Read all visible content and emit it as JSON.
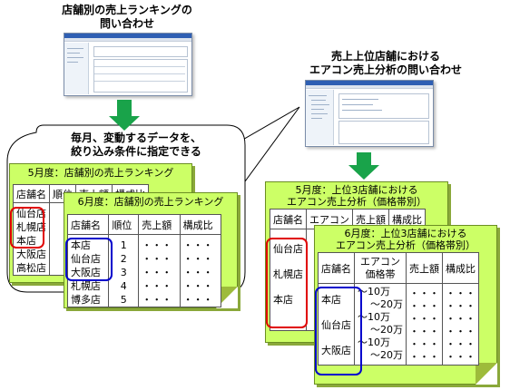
{
  "left_caption": {
    "line1": "店舗別の売上ランキングの",
    "line2": "問い合わせ"
  },
  "right_caption": {
    "line1": "売上上位店舗における",
    "line2": "エアコン売上分析の問い合わせ"
  },
  "bubble": {
    "line1": "毎月、変動するデータを、",
    "line2": "絞り込み条件に指定できる"
  },
  "may_ranking": {
    "title": "5月度：店舗別の売上ランキング",
    "headers": [
      "店舗名",
      "順位",
      "売上額",
      "構成比"
    ],
    "stores": [
      "仙台店",
      "札幌店",
      "本店",
      "大阪店",
      "高松店"
    ]
  },
  "june_ranking": {
    "title": "6月度：店舗別の売上ランキング",
    "headers": [
      "店舗名",
      "順位",
      "売上額",
      "構成比"
    ],
    "rows": [
      {
        "store": "本店",
        "rank": "1",
        "sales": "・・・",
        "ratio": "・・・"
      },
      {
        "store": "仙台店",
        "rank": "2",
        "sales": "・・・",
        "ratio": "・・・"
      },
      {
        "store": "大阪店",
        "rank": "3",
        "sales": "・・・",
        "ratio": "・・・"
      },
      {
        "store": "札幌店",
        "rank": "4",
        "sales": "・・・",
        "ratio": "・・・"
      },
      {
        "store": "博多店",
        "rank": "5",
        "sales": "・・・",
        "ratio": "・・・"
      }
    ]
  },
  "may_aircon": {
    "title_line1": "5月度：上位3店舗における",
    "title_line2": "エアコン売上分析（価格帯別）",
    "headers": [
      "店舗名",
      "エアコン",
      "売上額",
      "構成比"
    ],
    "stores": [
      "仙台店",
      "札幌店",
      "本店"
    ]
  },
  "june_aircon": {
    "title_line1": "6月度：上位3店舗における",
    "title_line2": "エアコン売上分析（価格帯別）",
    "headers": {
      "store": "店舗名",
      "aircon1": "エアコン",
      "aircon2": "価格帯",
      "sales": "売上額",
      "ratio": "構成比"
    },
    "stores": [
      "本店",
      "仙台店",
      "大阪店"
    ],
    "bands": [
      "～10万",
      "～20万",
      "～10万",
      "～20万",
      "～10万",
      "～20万"
    ],
    "dots": "・・・"
  },
  "colors": {
    "note_fill": "#ccff66",
    "arrow": "#19a34a",
    "highlight_red": "#e00000",
    "highlight_blue": "#0000cc"
  }
}
